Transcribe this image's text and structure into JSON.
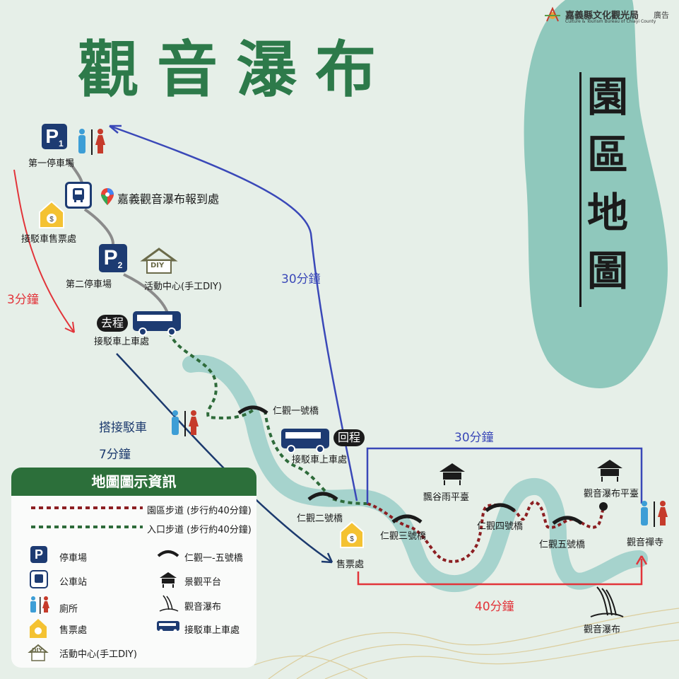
{
  "header": {
    "logo_text": "嘉義縣文化觀光局",
    "logo_subtext": "Culture & Tourism Bureau of Chiayi County",
    "ad_label": "廣告"
  },
  "title": "觀音瀑布",
  "side_title": "園區地圖",
  "places": {
    "parking1": "第一停車場",
    "checkin": "嘉義觀音瀑布報到處",
    "ticket_booth_shuttle": "接駁車售票處",
    "parking2": "第二停車場",
    "activity_center": "活動中心(手工DIY)",
    "shuttle_stop_go": "接駁車上車處",
    "shuttle_stop_return": "接駁車上車處",
    "bridge1": "仁觀一號橋",
    "bridge2": "仁觀二號橋",
    "bridge3": "仁觀三號橋",
    "bridge4": "仁觀四號橋",
    "bridge5": "仁觀五號橋",
    "ticket_office": "售票處",
    "platform_piaogu": "飄谷雨平臺",
    "platform_falls": "觀音瀑布平臺",
    "temple": "觀音禪寺",
    "falls": "觀音瀑布"
  },
  "tags": {
    "go": "去程",
    "return": "回程",
    "diy": "DIY",
    "p1": "P",
    "p1_sub": "1",
    "p2": "P",
    "p2_sub": "2",
    "p_legend": "P"
  },
  "times": {
    "walk_3": "3分鐘",
    "shuttle_label": "搭接駁車",
    "shuttle_7": "7分鐘",
    "back_30": "30分鐘",
    "top_30": "30分鐘",
    "bottom_40": "40分鐘"
  },
  "legend": {
    "title": "地圖圖示資訊",
    "trail_park": "園區步道 (步行約40分鐘)",
    "trail_entry": "入口步道 (步行約40分鐘)",
    "parking": "停車場",
    "bus_stop": "公車站",
    "toilet": "廁所",
    "ticket": "售票處",
    "activity": "活動中心(手工DIY)",
    "bridges": "仁觀一-五號橋",
    "platform": "景觀平台",
    "falls": "觀音瀑布",
    "shuttle": "接駁車上車處"
  },
  "colors": {
    "title_green": "#2d7a4a",
    "river": "#a6d3cd",
    "red_arrow": "#e2343a",
    "blue_arrow": "#3a48b8",
    "navy_arrow": "#1c3a6e",
    "park_trail": "#8c1f22",
    "entry_trail": "#2e6b3a",
    "ticket_yellow": "#f4c232",
    "parking_blue": "#1d3b72",
    "toilet_blue": "#3d9ed6",
    "toilet_red": "#c63b2b"
  },
  "icons": [
    "parking-icon",
    "bus-stop-icon",
    "map-pin-icon",
    "ticket-booth-icon",
    "activity-center-icon",
    "shuttle-bus-icon",
    "toilet-icon",
    "bridge-icon",
    "platform-icon",
    "waterfall-icon"
  ]
}
